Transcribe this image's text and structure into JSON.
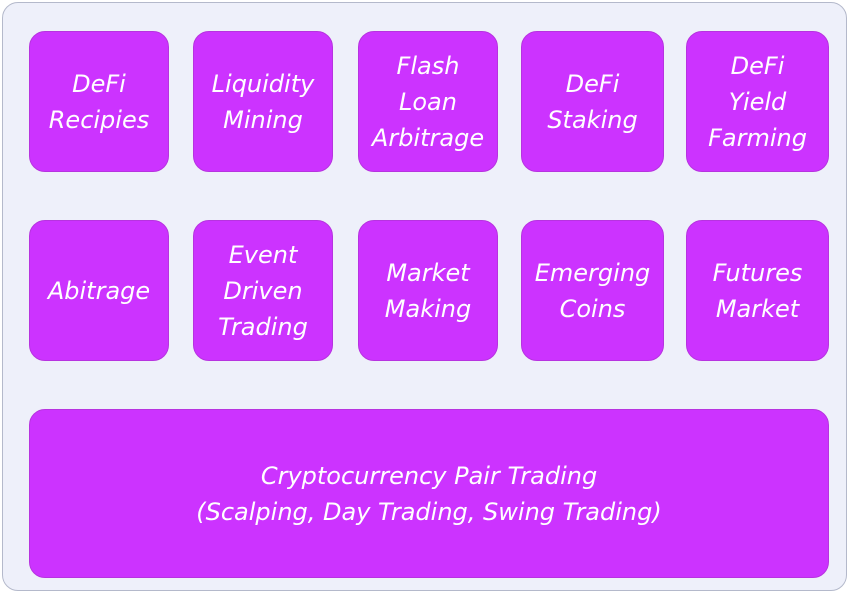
{
  "row1": [
    {
      "label": "DeFi\nRecipies"
    },
    {
      "label": "Liquidity\nMining"
    },
    {
      "label": "Flash\nLoan\nArbitrage"
    },
    {
      "label": "DeFi\nStaking"
    },
    {
      "label": "DeFi\nYield\nFarming"
    }
  ],
  "row2": [
    {
      "label": "Abitrage"
    },
    {
      "label": "Event\nDriven\nTrading"
    },
    {
      "label": "Market\nMaking"
    },
    {
      "label": "Emerging\nCoins"
    },
    {
      "label": "Futures\nMarket"
    }
  ],
  "bottom": {
    "label": "Cryptocurrency Pair Trading\n(Scalping, Day Trading, Swing Trading)"
  },
  "colors": {
    "box_fill": "#cc33ff",
    "box_text": "#ffffff",
    "background": "#eef0fa"
  }
}
